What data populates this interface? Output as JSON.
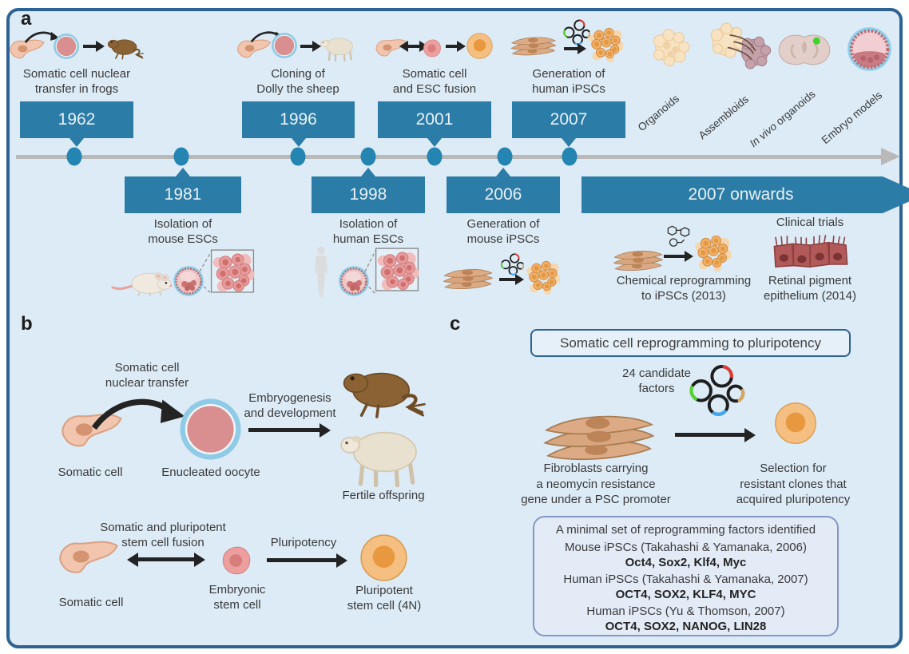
{
  "figure": {
    "palette": {
      "background": "#dcebf6",
      "frame_border": "#2d6294",
      "event_box": "#2b7ca7",
      "event_box_text": "#e9f1f5",
      "timeline_gray": "#b9b9b9",
      "dot_blue": "#2484b2",
      "text": "#3a3a3a",
      "factors_box_bg": "#e3ebf7",
      "factors_box_border": "#8696c5",
      "plasmid_arc_colors": [
        "#e23b30",
        "#54d42c",
        "#3fa9f5",
        "#d6a75c"
      ],
      "green_marker": "#3fd32b"
    },
    "icons": {
      "somatic-cell-icon": "pink spindle cell shape",
      "oocyte-icon": "rose circle with light-blue ring",
      "frog-icon": "brown frog",
      "sheep-icon": "cream sheep",
      "fibroblasts-icon": "stack of three tan spindle cells",
      "plasmids-icon": "four black plasmid circles with red/green/blue/tan arcs",
      "ipsc-colony-icon": "cluster of orange cells",
      "orange-cell-icon": "orange pluripotent stem cell",
      "pink-cell-icon": "pink embryonic stem cell",
      "mouse-icon": "white mouse",
      "human-icon": "gray human silhouette",
      "blastocyst-icon": "blastocyst with blue ring and inner cell mass",
      "cells-inset-icon": "boxed cluster of pink cells",
      "organoid-icon": "cream lumpy sphere",
      "assembloid-icon": "cream and mauve fused organoids",
      "brain-slice-icon": "brain section with green graft dot",
      "embryo-model-icon": "blastocyst-like embryo model",
      "molecules-icon": "small chemical structures",
      "epithelium-icon": "row of dark-red epithelial cells with cilia",
      "arrow-icon": "black arrow",
      "timeline-arrow-icon": "gray right arrow"
    }
  },
  "panel_a": {
    "label": "a",
    "top_events": [
      {
        "year": "1962",
        "caption": "Somatic cell nuclear\ntransfer in frogs"
      },
      {
        "year": "1996",
        "caption": "Cloning of\nDolly the sheep"
      },
      {
        "year": "2001",
        "caption": "Somatic cell\nand ESC fusion"
      },
      {
        "year": "2007",
        "caption": "Generation of\nhuman iPSCs"
      }
    ],
    "bottom_events": [
      {
        "year": "1981",
        "caption": "Isolation of\nmouse ESCs"
      },
      {
        "year": "1998",
        "caption": "Isolation of\nhuman ESCs"
      },
      {
        "year": "2006",
        "caption": "Generation of\nmouse iPSCs"
      }
    ],
    "onwards": {
      "year": "2007 onwards",
      "chemical_caption": "Chemical reprogramming\nto iPSCs (2013)",
      "clinical_title": "Clinical trials",
      "clinical_caption": "Retinal pigment\nepithelium (2014)"
    },
    "modern_items": [
      {
        "pre": "",
        "label": "Organoids"
      },
      {
        "pre": "",
        "label": "Assembloids"
      },
      {
        "pre": "In vivo",
        "label": " organoids"
      },
      {
        "pre": "",
        "label": "Embryo models"
      }
    ]
  },
  "panel_b": {
    "label": "b",
    "scnt": {
      "arrow_label": "Somatic cell\nnuclear transfer",
      "somatic_cell": "Somatic cell",
      "oocyte": "Enucleated oocyte",
      "embryo_label": "Embryogenesis\nand development",
      "offspring": "Fertile offspring"
    },
    "fusion": {
      "fusion_label": "Somatic and pluripotent\nstem cell fusion",
      "somatic_cell": "Somatic cell",
      "esc": "Embryonic\nstem cell",
      "pluripotency_label": "Pluripotency",
      "psc": "Pluripotent\nstem cell (4N)"
    }
  },
  "panel_c": {
    "label": "c",
    "title": "Somatic cell reprogramming to pluripotency",
    "factors_label": "24 candidate\nfactors",
    "fibroblasts_caption": "Fibroblasts carrying\na neomycin resistance\ngene under a PSC promoter",
    "selection_caption": "Selection for\nresistant clones that\nacquired pluripotency",
    "factors_box": {
      "title": "A minimal set of reprogramming factors identified",
      "entries": [
        {
          "name": "Mouse iPSCs (Takahashi & Yamanaka, 2006)",
          "factors": "Oct4, Sox2, Klf4, Myc"
        },
        {
          "name": "Human iPSCs (Takahashi & Yamanaka, 2007)",
          "factors": "OCT4, SOX2, KLF4, MYC"
        },
        {
          "name": "Human iPSCs (Yu & Thomson, 2007)",
          "factors": "OCT4, SOX2, NANOG, LIN28"
        }
      ]
    }
  }
}
